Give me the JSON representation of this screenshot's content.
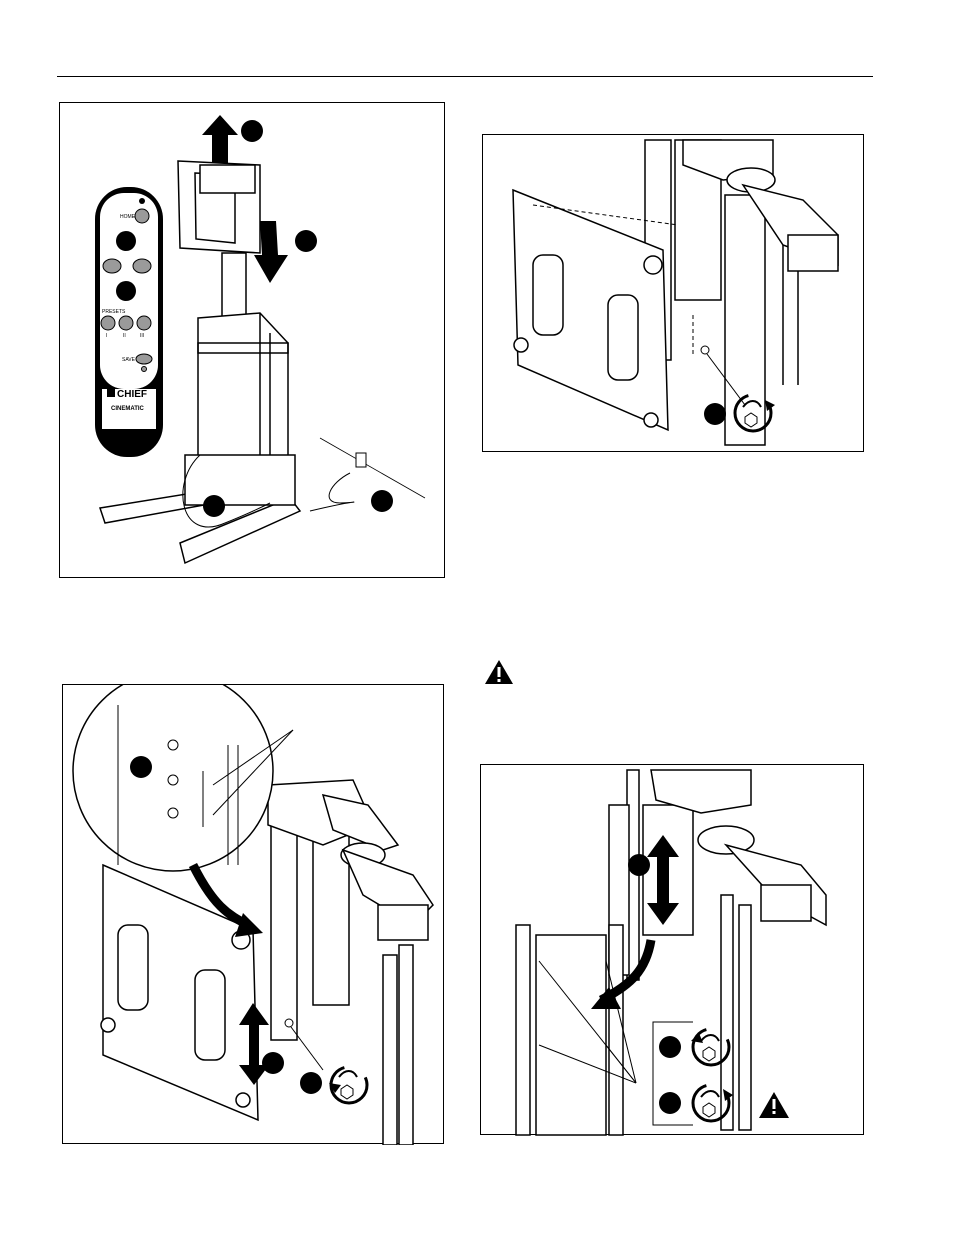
{
  "remote": {
    "home_label": "HOME",
    "presets_label": "PRESETS",
    "preset_1": "I",
    "preset_2": "II",
    "preset_3": "III",
    "save_label": "SAVE",
    "brand": "CHIEF",
    "product": "CINEMATIC"
  },
  "colors": {
    "ink": "#000000",
    "paper": "#ffffff",
    "button_gray": "#9a9a9a"
  },
  "icons": [
    "warning-icon",
    "loosen-fastener-icon",
    "tighten-fastener-icon",
    "arrow-up-icon",
    "arrow-down-icon"
  ]
}
